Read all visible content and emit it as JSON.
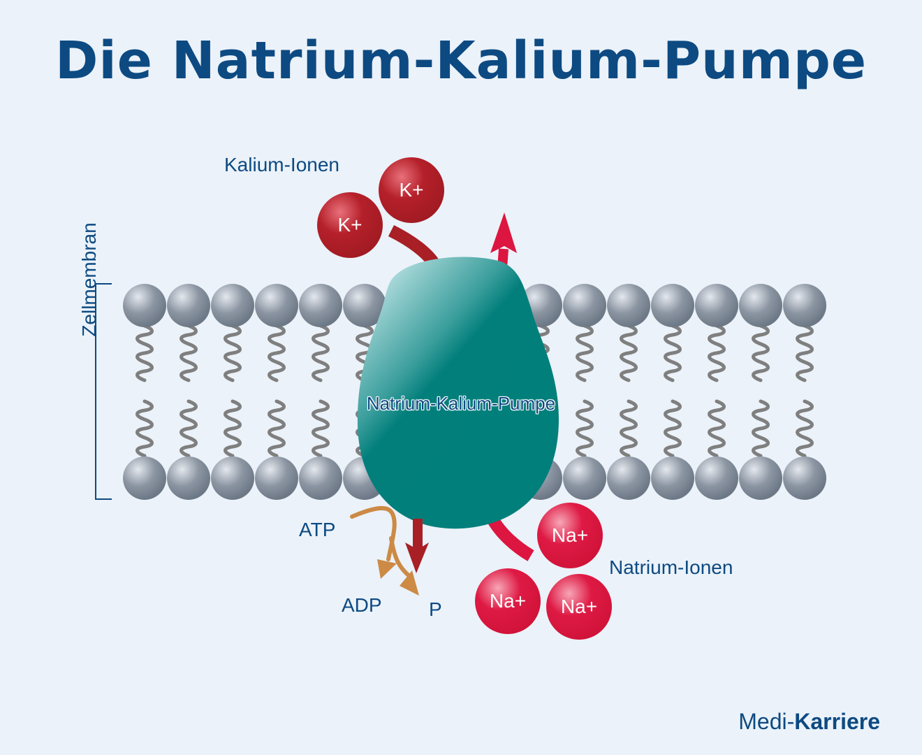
{
  "title": "Die Natrium-Kalium-Pumpe",
  "labels": {
    "kalium_ionen": "Kalium-Ionen",
    "natrium_ionen": "Natrium-Ionen",
    "zellmembran": "Zellmembran",
    "pump": "Natrium-Kalium-Pumpe",
    "atp": "ATP",
    "adp": "ADP",
    "p": "P"
  },
  "ions": {
    "k1": "K+",
    "k2": "K+",
    "na1": "Na+",
    "na2": "Na+",
    "na3": "Na+"
  },
  "logo": {
    "part1": "Medi-",
    "part2": "Karriere"
  },
  "colors": {
    "background": "#ebf2f9",
    "title": "#0d4a82",
    "pump": "#017f7b",
    "potassium": "#b01e24",
    "sodium": "#dc1640",
    "atp_arrow": "#cc8a45",
    "lipid_head": "#7b8593"
  }
}
